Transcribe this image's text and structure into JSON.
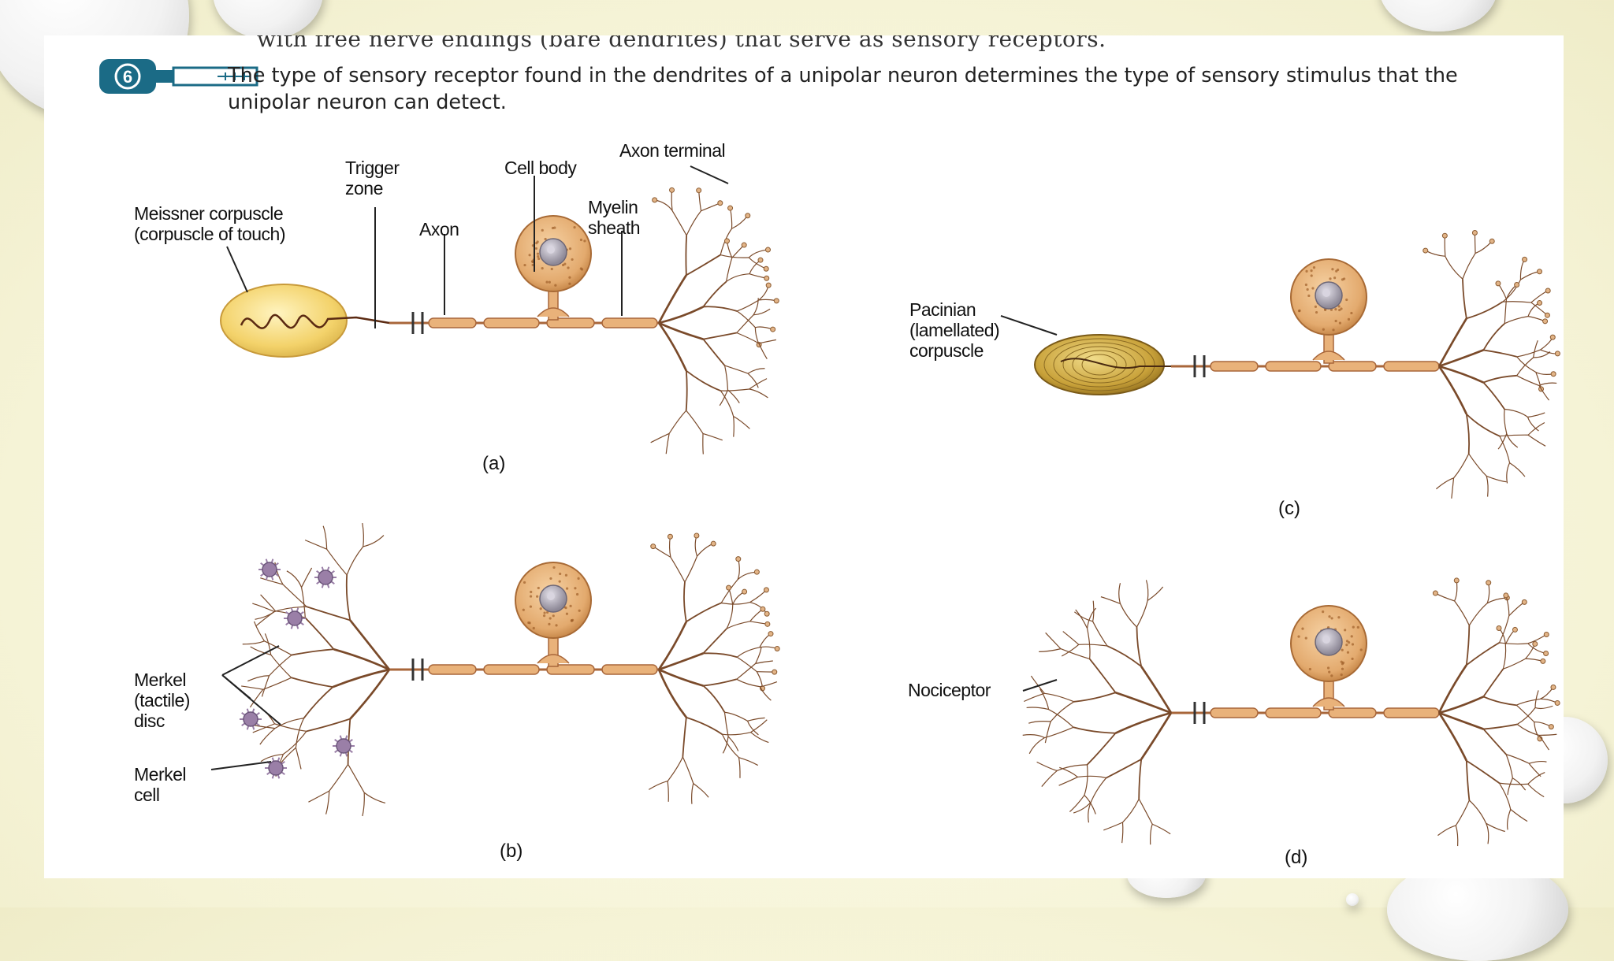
{
  "header": {
    "cut_off_line": "with free nerve endings (bare dendrites) that serve as sensory receptors.",
    "caption": "The type of sensory receptor found in the dendrites of a unipolar neuron determines the type of sensory stimulus that the unipolar neuron can detect.",
    "badge_number": "6"
  },
  "labels": {
    "trigger_zone": "Trigger zone",
    "cell_body": "Cell body",
    "axon_terminal": "Axon terminal",
    "meissner": "Meissner corpuscle (corpuscle of touch)",
    "axon": "Axon",
    "myelin": "Myelin sheath",
    "pacinian": "Pacinian (lamellated) corpuscle",
    "merkel_disc": "Merkel (tactile) disc",
    "merkel_cell": "Merkel cell",
    "nociceptor": "Nociceptor"
  },
  "panels": {
    "a": "(a)",
    "b": "(b)",
    "c": "(c)",
    "d": "(d)"
  },
  "colors": {
    "background": "#f5f3d6",
    "axon": "#e9b27a",
    "axon_stroke": "#a8663a",
    "cell_body": "#e7b581",
    "nucleus": "#b7b3bd",
    "meissner": "#f5d879",
    "pacinian": "#c9a23a",
    "merkel": "#9a7fa7",
    "badge": "#1b6b86"
  },
  "icons": [
    "numbered-badge-icon",
    "key-icon"
  ]
}
